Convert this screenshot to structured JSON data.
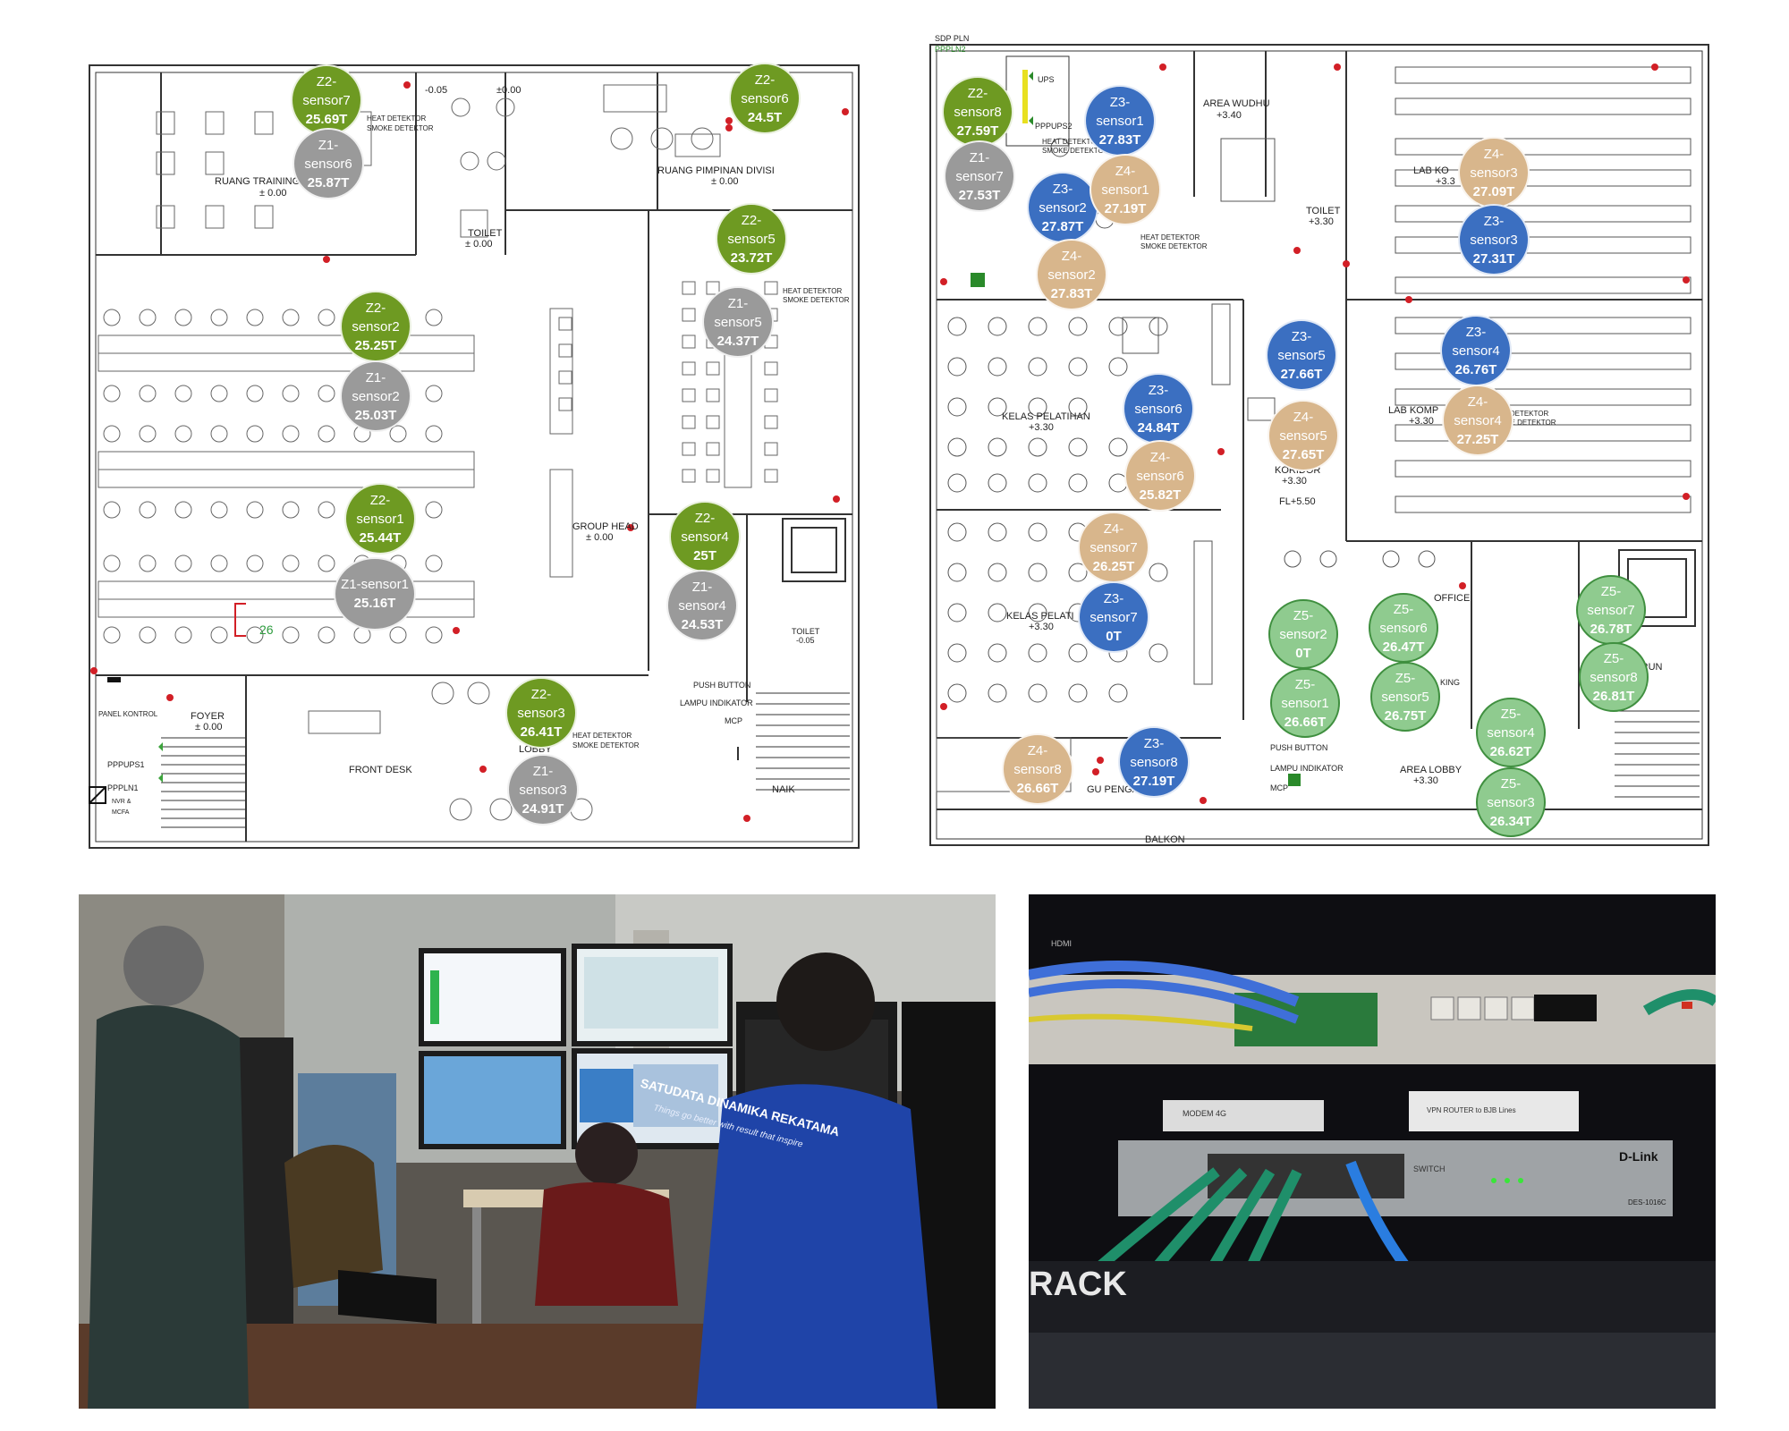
{
  "colors": {
    "Z1": "#9a9a9a",
    "Z2": "#6e9a22",
    "Z3": "#3b6fc1",
    "Z4": "#d8b68c",
    "Z5": "#8fcb8f",
    "wall": "#333333",
    "heat_dot": "#d21f26"
  },
  "left_plan": {
    "labels": {
      "ruang_training": "RUANG TRAINING",
      "ruang_training_elev": "± 0.00",
      "ruang_pimpinan": "RUANG PIMPINAN DIVISI",
      "ruang_pimpinan_elev": "± 0.00",
      "toilet_top": "TOILET",
      "toilet_top_elev": "± 0.00",
      "group_head": "GROUP HEAD",
      "group_head_elev": "± 0.00",
      "foyer": "FOYER",
      "foyer_elev": "± 0.00",
      "front_desk": "FRONT DESK",
      "lobby": "LOBBY",
      "panel_kontrol": "PANEL KONTROL",
      "pppups1": "PPPUPS1",
      "pppln1": "PPPLN1",
      "nvr": "NVR & MCFA",
      "push_button": "PUSH BUTTON",
      "lampu_indikator": "LAMPU INDIKATOR",
      "mcp": "MCP",
      "naik": "NAIK",
      "toilet_right": "TOILET",
      "toilet_right_elev": "-0.05",
      "marker_26": "26",
      "heat": "HEAT DETEKTOR",
      "smoke": "SMOKE DETEKTOR",
      "elev_top": "-0.05",
      "elev_top2": "±0.00"
    },
    "sensors": [
      {
        "zone": "Z2",
        "name": "sensor7",
        "value": "25.69T"
      },
      {
        "zone": "Z1",
        "name": "sensor6",
        "value": "25.87T"
      },
      {
        "zone": "Z2",
        "name": "sensor6",
        "value": "24.5T"
      },
      {
        "zone": "Z2",
        "name": "sensor5",
        "value": "23.72T"
      },
      {
        "zone": "Z1",
        "name": "sensor5",
        "value": "24.37T"
      },
      {
        "zone": "Z2",
        "name": "sensor2",
        "value": "25.25T"
      },
      {
        "zone": "Z1",
        "name": "sensor2",
        "value": "25.03T"
      },
      {
        "zone": "Z2",
        "name": "sensor1",
        "value": "25.44T"
      },
      {
        "zone": "Z1",
        "name": "Z1-sensor1",
        "value": "25.16T"
      },
      {
        "zone": "Z2",
        "name": "sensor4",
        "value": "25T"
      },
      {
        "zone": "Z1",
        "name": "sensor4",
        "value": "24.53T"
      },
      {
        "zone": "Z2",
        "name": "sensor3",
        "value": "26.41T"
      },
      {
        "zone": "Z1",
        "name": "sensor3",
        "value": "24.91T"
      }
    ]
  },
  "right_plan": {
    "labels": {
      "sdp_pln": "SDP PLN",
      "pppln2": "PPPLN2",
      "ups": "UPS",
      "pppups2": "PPPUPS2",
      "area_wudhu": "AREA WUDHU",
      "area_wudhu_elev": "+3.40",
      "toilet": "TOILET",
      "toilet_elev": "+3.30",
      "lab_kom_top": "LAB KO",
      "lab_kom_top_elev": "+3.3",
      "lab_kom_mid": "LAB KOMP",
      "lab_kom_mid_elev": "+3.30",
      "kelas_pelatihan_1": "KELAS PELATIHAN",
      "kelas_pelatihan_1_elev": "+3.30",
      "kelas_pelatihan_2": "KELAS PELATI",
      "kelas_pelatihan_2_elev": "+3.30",
      "koridor": "KORIDOR",
      "koridor_elev": "+3.30",
      "fl": "FL+5.50",
      "office": "OFFICE",
      "area_lobby": "AREA LOBBY",
      "area_lobby_elev": "+3.30",
      "push_button": "PUSH BUTTON",
      "lampu_indikator": "LAMPU INDIKATOR",
      "mcp": "MCP",
      "ruang_pengajar": "GU PENGAJAR",
      "balkon": "BALKON",
      "turun": "TURUN",
      "king": "KING",
      "heat": "HEAT DETEKTOR",
      "smoke": "SMOKE DETEKTOR"
    },
    "sensors": [
      {
        "zone": "Z2",
        "name": "sensor8",
        "value": "27.59T"
      },
      {
        "zone": "Z1",
        "name": "sensor7",
        "value": "27.53T"
      },
      {
        "zone": "Z3",
        "name": "sensor1",
        "value": "27.83T"
      },
      {
        "zone": "Z3",
        "name": "sensor2",
        "value": "27.87T"
      },
      {
        "zone": "Z4",
        "name": "sensor1",
        "value": "27.19T"
      },
      {
        "zone": "Z4",
        "name": "sensor2",
        "value": "27.83T"
      },
      {
        "zone": "Z4",
        "name": "sensor3",
        "value": "27.09T"
      },
      {
        "zone": "Z3",
        "name": "sensor3",
        "value": "27.31T"
      },
      {
        "zone": "Z3",
        "name": "sensor4",
        "value": "26.76T"
      },
      {
        "zone": "Z4",
        "name": "sensor4",
        "value": "27.25T"
      },
      {
        "zone": "Z3",
        "name": "sensor5",
        "value": "27.66T"
      },
      {
        "zone": "Z3",
        "name": "sensor6",
        "value": "24.84T"
      },
      {
        "zone": "Z4",
        "name": "sensor5",
        "value": "27.65T"
      },
      {
        "zone": "Z4",
        "name": "sensor6",
        "value": "25.82T"
      },
      {
        "zone": "Z4",
        "name": "sensor7",
        "value": "26.25T"
      },
      {
        "zone": "Z3",
        "name": "sensor7",
        "value": "0T"
      },
      {
        "zone": "Z5",
        "name": "sensor2",
        "value": "0T"
      },
      {
        "zone": "Z5",
        "name": "sensor1",
        "value": "26.66T"
      },
      {
        "zone": "Z5",
        "name": "sensor6",
        "value": "26.47T"
      },
      {
        "zone": "Z5",
        "name": "sensor5",
        "value": "26.75T"
      },
      {
        "zone": "Z5",
        "name": "sensor7",
        "value": "26.78T"
      },
      {
        "zone": "Z5",
        "name": "sensor8",
        "value": "26.81T"
      },
      {
        "zone": "Z5",
        "name": "sensor4",
        "value": "26.62T"
      },
      {
        "zone": "Z5",
        "name": "sensor3",
        "value": "26.34T"
      },
      {
        "zone": "Z4",
        "name": "sensor8",
        "value": "26.66T"
      },
      {
        "zone": "Z3",
        "name": "sensor8",
        "value": "27.19T"
      }
    ]
  },
  "photo_room": {
    "vest_text": "SATUDATA DINAMIKA REKATAMA",
    "vest_tagline": "Things go better with result that inspire"
  },
  "photo_rack": {
    "modem_label": "MODEM 4G",
    "vpn_label": "VPN ROUTER to BJB Lines",
    "switch_label": "SWITCH",
    "switch_brand": "D-Link",
    "switch_model": "DES-1016C",
    "rack_brand": "RACK",
    "hdmi_label": "HDMI"
  }
}
